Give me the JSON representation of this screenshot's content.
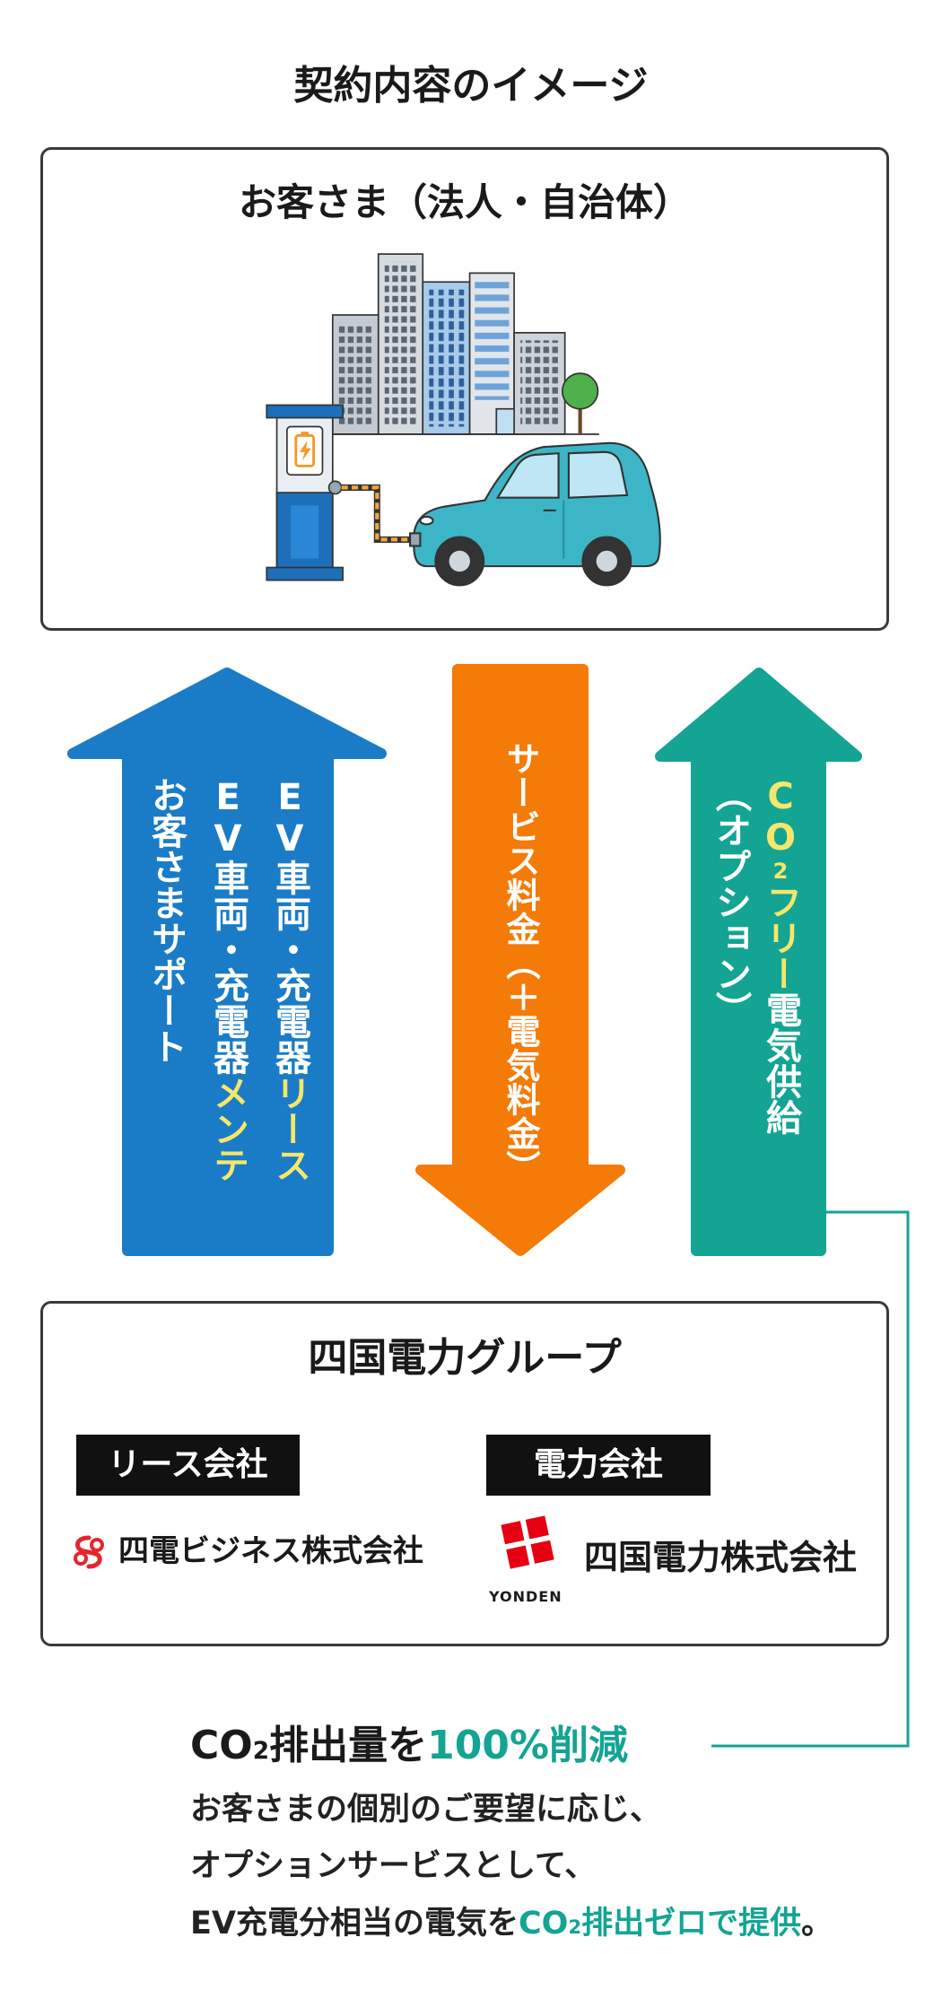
{
  "title": "契約内容のイメージ",
  "colors": {
    "blue": "#1a7cc6",
    "orange": "#f47b08",
    "teal": "#13a493",
    "highlight_yellow": "#f6e66b",
    "label_bg": "#111111"
  },
  "customer_box": {
    "title": "お客さま（法人・自治体）",
    "illustration_icons": [
      "office-buildings-icon",
      "tree-icon",
      "ev-charger-icon",
      "charging-cable-icon",
      "electric-car-icon"
    ]
  },
  "arrows": {
    "lease": {
      "direction": "up",
      "lines": [
        {
          "text": "EV車両・充電器",
          "highlight": "リース"
        },
        {
          "text": "EV車両・充電器",
          "highlight": "メンテ"
        },
        {
          "text": "お客さまサポート"
        }
      ]
    },
    "payment": {
      "direction": "down",
      "text": "サービス料金（＋電気料金）"
    },
    "supply": {
      "direction": "up",
      "highlight": "CO",
      "subscript": "2",
      "highlight_after": "フリー",
      "text": "電気供給",
      "option_label": "（オプション）"
    }
  },
  "group_box": {
    "title": "四国電力グループ",
    "companies": [
      {
        "label": "リース会社",
        "name": "四電ビジネス株式会社"
      },
      {
        "label": "電力会社",
        "name": "四国電力株式会社",
        "logo_text": "YONDEN"
      }
    ]
  },
  "summary": {
    "heading": {
      "prefix": "CO",
      "subscript": "2",
      "text": "排出量を",
      "highlight": "100%削減"
    },
    "lines": [
      {
        "text": "お客さまの個別のご要望に応じ、"
      },
      {
        "text": "オプションサービスとして、"
      },
      {
        "text": "EV充電分相当の電気を",
        "highlight_prefix": "CO",
        "subscript": "2",
        "highlight": "排出ゼロで提供",
        "end": "。"
      }
    ]
  }
}
